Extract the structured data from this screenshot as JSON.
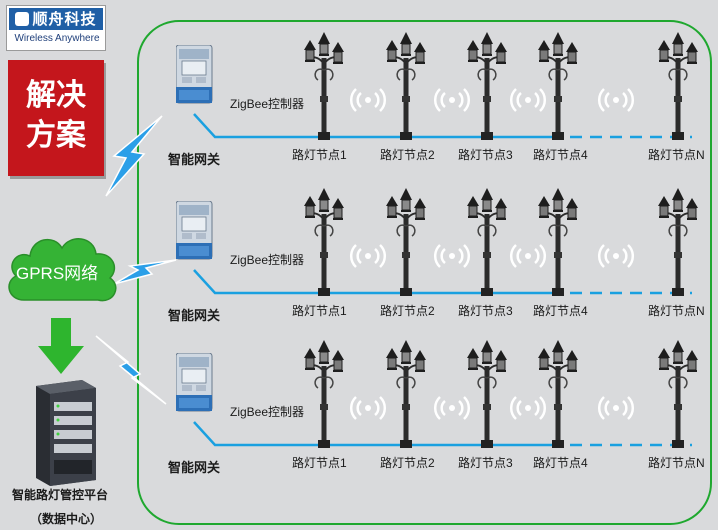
{
  "logo": {
    "brand": "顺舟科技",
    "tagline": "Wireless Anywhere"
  },
  "solution_badge": {
    "line1": "解决",
    "line2": "方案"
  },
  "cloud": {
    "label": "GPRS网络"
  },
  "platform": {
    "label": "智能路灯管控平台",
    "sub": "（数据中心）"
  },
  "rows": [
    {
      "zigbee": "ZigBee控制器",
      "gateway": "智能网关",
      "nodes": [
        "路灯节点1",
        "路灯节点2",
        "路灯节点3",
        "路灯节点4",
        "路灯节点N"
      ]
    },
    {
      "zigbee": "ZigBee控制器",
      "gateway": "智能网关",
      "nodes": [
        "路灯节点1",
        "路灯节点2",
        "路灯节点3",
        "路灯节点4",
        "路灯节点N"
      ]
    },
    {
      "zigbee": "ZigBee控制器",
      "gateway": "智能网关",
      "nodes": [
        "路灯节点1",
        "路灯节点2",
        "路灯节点3",
        "路灯节点4",
        "路灯节点N"
      ]
    }
  ],
  "colors": {
    "frame": "#1fa82f",
    "badge": "#c4161c",
    "line": "#1aa0e0",
    "cloud": "#35b335",
    "lightning": "#2b9fe8"
  },
  "icons": {
    "meter": "meter-icon",
    "lamp": "streetlamp-icon",
    "signal": "wireless-signal-icon",
    "lightning": "lightning-icon",
    "server": "server-icon"
  }
}
